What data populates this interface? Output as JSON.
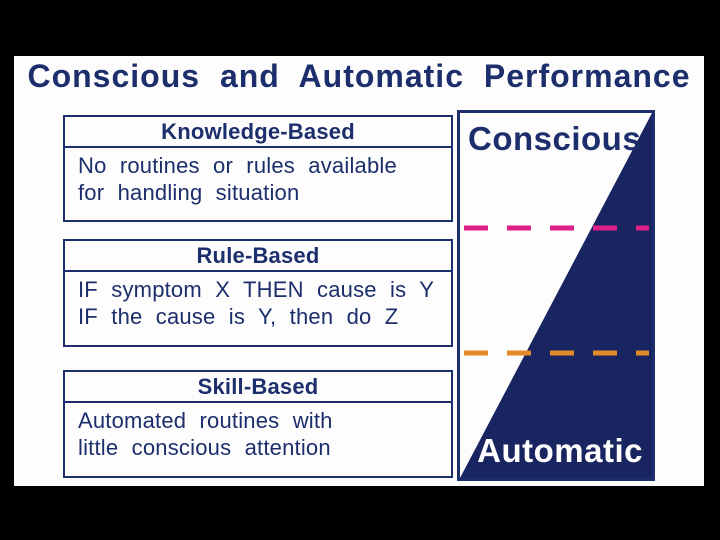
{
  "slide": {
    "title": "Conscious and Automatic Performance",
    "levels": [
      {
        "heading": "Knowledge-Based",
        "line1": "No routines or rules available",
        "line2": "for handling situation"
      },
      {
        "heading": "Rule-Based",
        "line1": "IF symptom X THEN cause is Y",
        "line2": "IF the cause is Y, then do Z"
      },
      {
        "heading": "Skill-Based",
        "line1": "Automated routines with",
        "line2": "little conscious attention"
      }
    ],
    "spectrum": {
      "top_label": "Conscious",
      "bottom_label": "Automatic"
    }
  },
  "colors": {
    "navy": "#1c2e6b",
    "triangle-fill": "#192561",
    "magenta-dash": "#dd1f87",
    "orange-dash": "#e18a27",
    "slide-bg": "#fdfdfd",
    "outer-bg": "#000000",
    "automatic-text": "#ffffff"
  }
}
